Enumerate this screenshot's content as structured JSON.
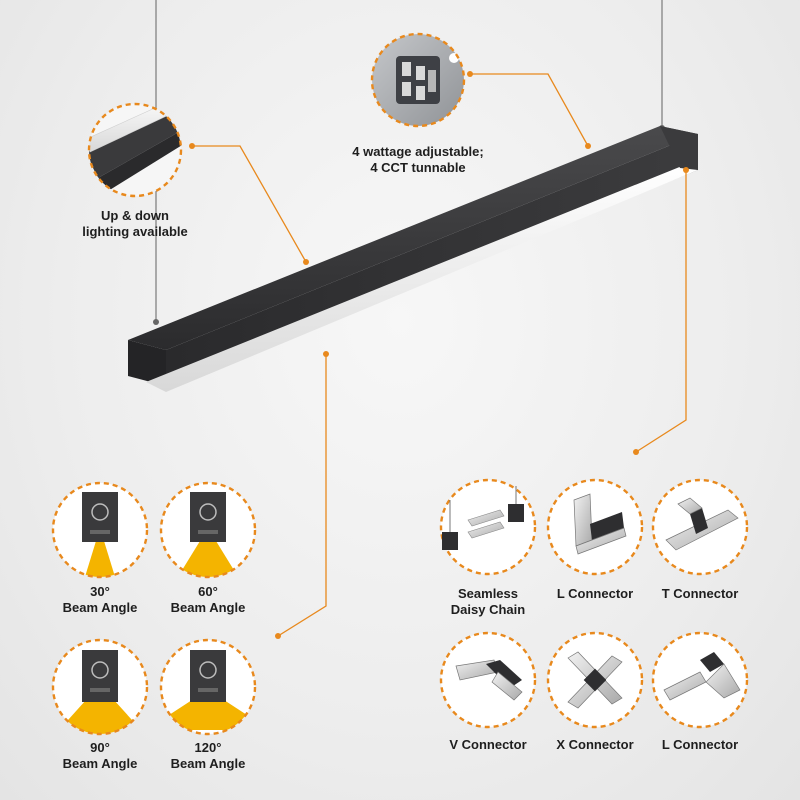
{
  "colors": {
    "accent": "#e8891d",
    "housing": "#333335",
    "beam": "#f4b400",
    "background": "#ececec"
  },
  "features": {
    "up_down": {
      "line1": "Up & down",
      "line2": "lighting available"
    },
    "wattage": {
      "line1": "4 wattage adjustable;",
      "line2": "4 CCT tunnable"
    }
  },
  "beam_angles": [
    {
      "degree": "30°",
      "label": "Beam Angle",
      "spread": 30
    },
    {
      "degree": "60°",
      "label": "Beam Angle",
      "spread": 60
    },
    {
      "degree": "90°",
      "label": "Beam Angle",
      "spread": 90
    },
    {
      "degree": "120°",
      "label": "Beam Angle",
      "spread": 120
    }
  ],
  "connectors": [
    {
      "line1": "Seamless",
      "line2": "Daisy Chain",
      "icon": "daisy-chain-icon"
    },
    {
      "line1": "L Connector",
      "line2": "",
      "icon": "l-connector-icon"
    },
    {
      "line1": "T Connector",
      "line2": "",
      "icon": "t-connector-icon"
    },
    {
      "line1": "V Connector",
      "line2": "",
      "icon": "v-connector-icon"
    },
    {
      "line1": "X Connector",
      "line2": "",
      "icon": "x-connector-icon"
    },
    {
      "line1": "L Connector",
      "line2": "",
      "icon": "l-connector-icon"
    }
  ]
}
